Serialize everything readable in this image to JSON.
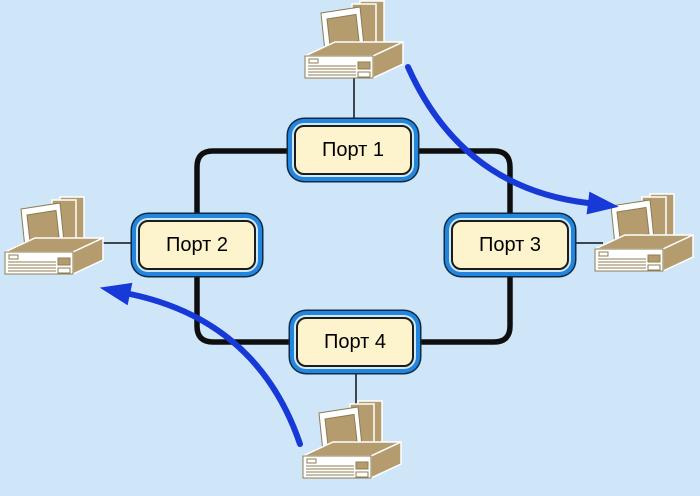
{
  "diagram": {
    "kind": "ring-network-topology"
  },
  "ports": [
    {
      "label": "Порт 1"
    },
    {
      "label": "Порт 2"
    },
    {
      "label": "Порт 3"
    },
    {
      "label": "Порт 4"
    }
  ],
  "computers": [
    {
      "icon": "desktop-computer-icon",
      "position": "top"
    },
    {
      "icon": "desktop-computer-icon",
      "position": "left"
    },
    {
      "icon": "desktop-computer-icon",
      "position": "right"
    },
    {
      "icon": "desktop-computer-icon",
      "position": "bottom"
    }
  ],
  "arrows": [
    {
      "icon": "flow-arrow-icon",
      "from": "top",
      "to": "right"
    },
    {
      "icon": "flow-arrow-icon",
      "from": "bottom",
      "to": "left"
    }
  ],
  "colors": {
    "bg": "#cfe6f8",
    "port_fill": "#fdf3cd",
    "port_blue": "#2385dc",
    "port_outline": "#0d2b47",
    "ring": "#0e0e0e",
    "arrow": "#1739d8",
    "computer_tan": "#b59c6e",
    "computer_outline": "#8e7c52",
    "connector": "#3c4650"
  }
}
